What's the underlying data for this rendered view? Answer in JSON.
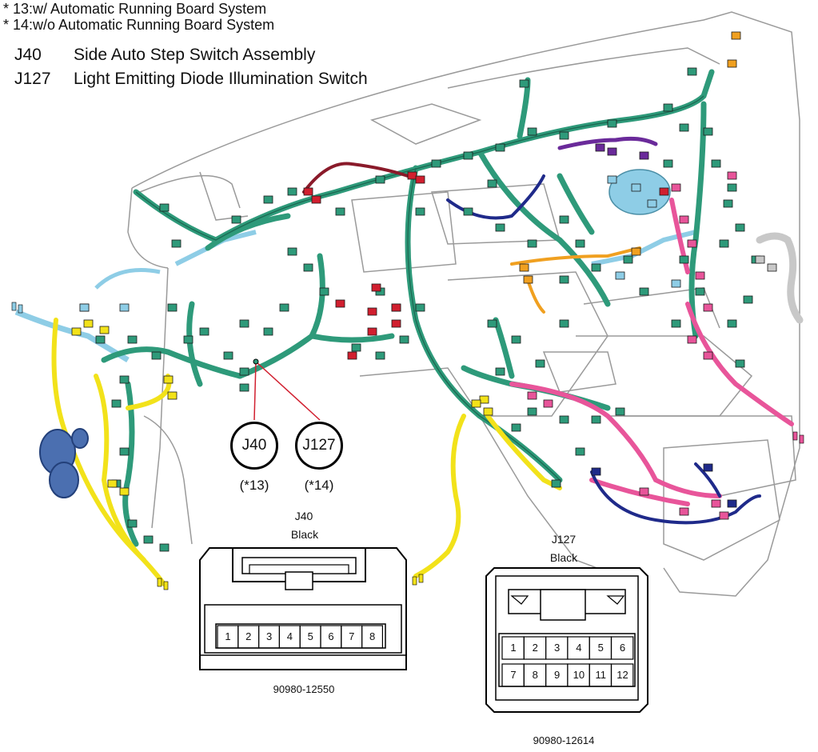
{
  "notes": [
    "* 13:w/ Automatic Running Board System",
    "* 14:w/o Automatic Running Board System"
  ],
  "legend": [
    {
      "code": "J40",
      "description": "Side Auto Step Switch Assembly"
    },
    {
      "code": "J127",
      "description": "Light Emitting Diode Illumination Switch"
    }
  ],
  "callouts": [
    {
      "code": "J40",
      "note": "(*13)"
    },
    {
      "code": "J127",
      "note": "(*14)"
    }
  ],
  "connectors": {
    "j40": {
      "name": "J40",
      "color": "Black",
      "part_number": "90980-12550",
      "pins": [
        "1",
        "2",
        "3",
        "4",
        "5",
        "6",
        "7",
        "8"
      ]
    },
    "j127": {
      "name": "J127",
      "color": "Black",
      "part_number": "90980-12614",
      "pins_row1": [
        "1",
        "2",
        "3",
        "4",
        "5",
        "6"
      ],
      "pins_row2": [
        "7",
        "8",
        "9",
        "10",
        "11",
        "12"
      ]
    }
  },
  "harness_colors": {
    "main": "#2e9a7a",
    "yellow": "#f2e21a",
    "light_blue": "#8ecde6",
    "pink": "#e8559a",
    "navy": "#1f2a8a",
    "purple": "#6a2a9a",
    "red": "#d11f2f",
    "maroon": "#8a1a2a",
    "orange": "#f0a020",
    "grey": "#c8c8c8"
  }
}
